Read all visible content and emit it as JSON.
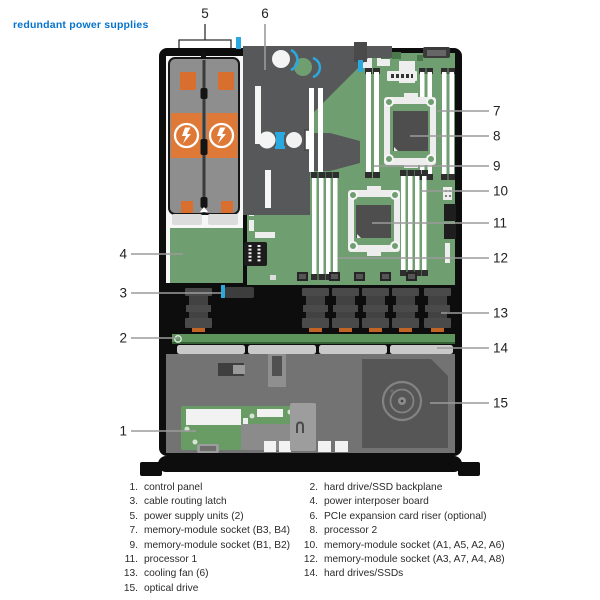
{
  "title": "redundant power supplies",
  "callouts": [
    "1",
    "2",
    "3",
    "4",
    "5",
    "6",
    "7",
    "8",
    "9",
    "10",
    "11",
    "12",
    "13",
    "14",
    "15"
  ],
  "legend": {
    "left": [
      {
        "num": "1.",
        "label": "control panel"
      },
      {
        "num": "3.",
        "label": "cable routing latch"
      },
      {
        "num": "5.",
        "label": "power supply units (2)"
      },
      {
        "num": "7.",
        "label": "memory-module socket (B3, B4)"
      },
      {
        "num": "9.",
        "label": "memory-module socket (B1, B2)"
      },
      {
        "num": "11.",
        "label": "processor 1"
      },
      {
        "num": "13.",
        "label": "cooling fan (6)"
      },
      {
        "num": "15.",
        "label": "optical drive"
      }
    ],
    "right": [
      {
        "num": "2.",
        "label": "hard drive/SSD backplane"
      },
      {
        "num": "4.",
        "label": "power interposer board"
      },
      {
        "num": "6.",
        "label": "PCIe expansion card riser (optional)"
      },
      {
        "num": "8.",
        "label": "processor 2"
      },
      {
        "num": "10.",
        "label": "memory-module socket (A1, A5, A2, A6)"
      },
      {
        "num": "12.",
        "label": "memory-module socket (A3, A7, A4, A8)"
      },
      {
        "num": "14.",
        "label": "hard drives/SSDs"
      }
    ]
  },
  "colors": {
    "title_blue": "#0672CB",
    "board_green": "#6F9F70",
    "psu_gray": "#8E8E8E",
    "psu_orange": "#DD7537",
    "riser_gray": "#56585A",
    "accent_blue": "#2AA9E0",
    "chassis_black": "#0D0D0D",
    "front_gray": "#737373",
    "callout_line_gray": "#9B9B9B"
  }
}
